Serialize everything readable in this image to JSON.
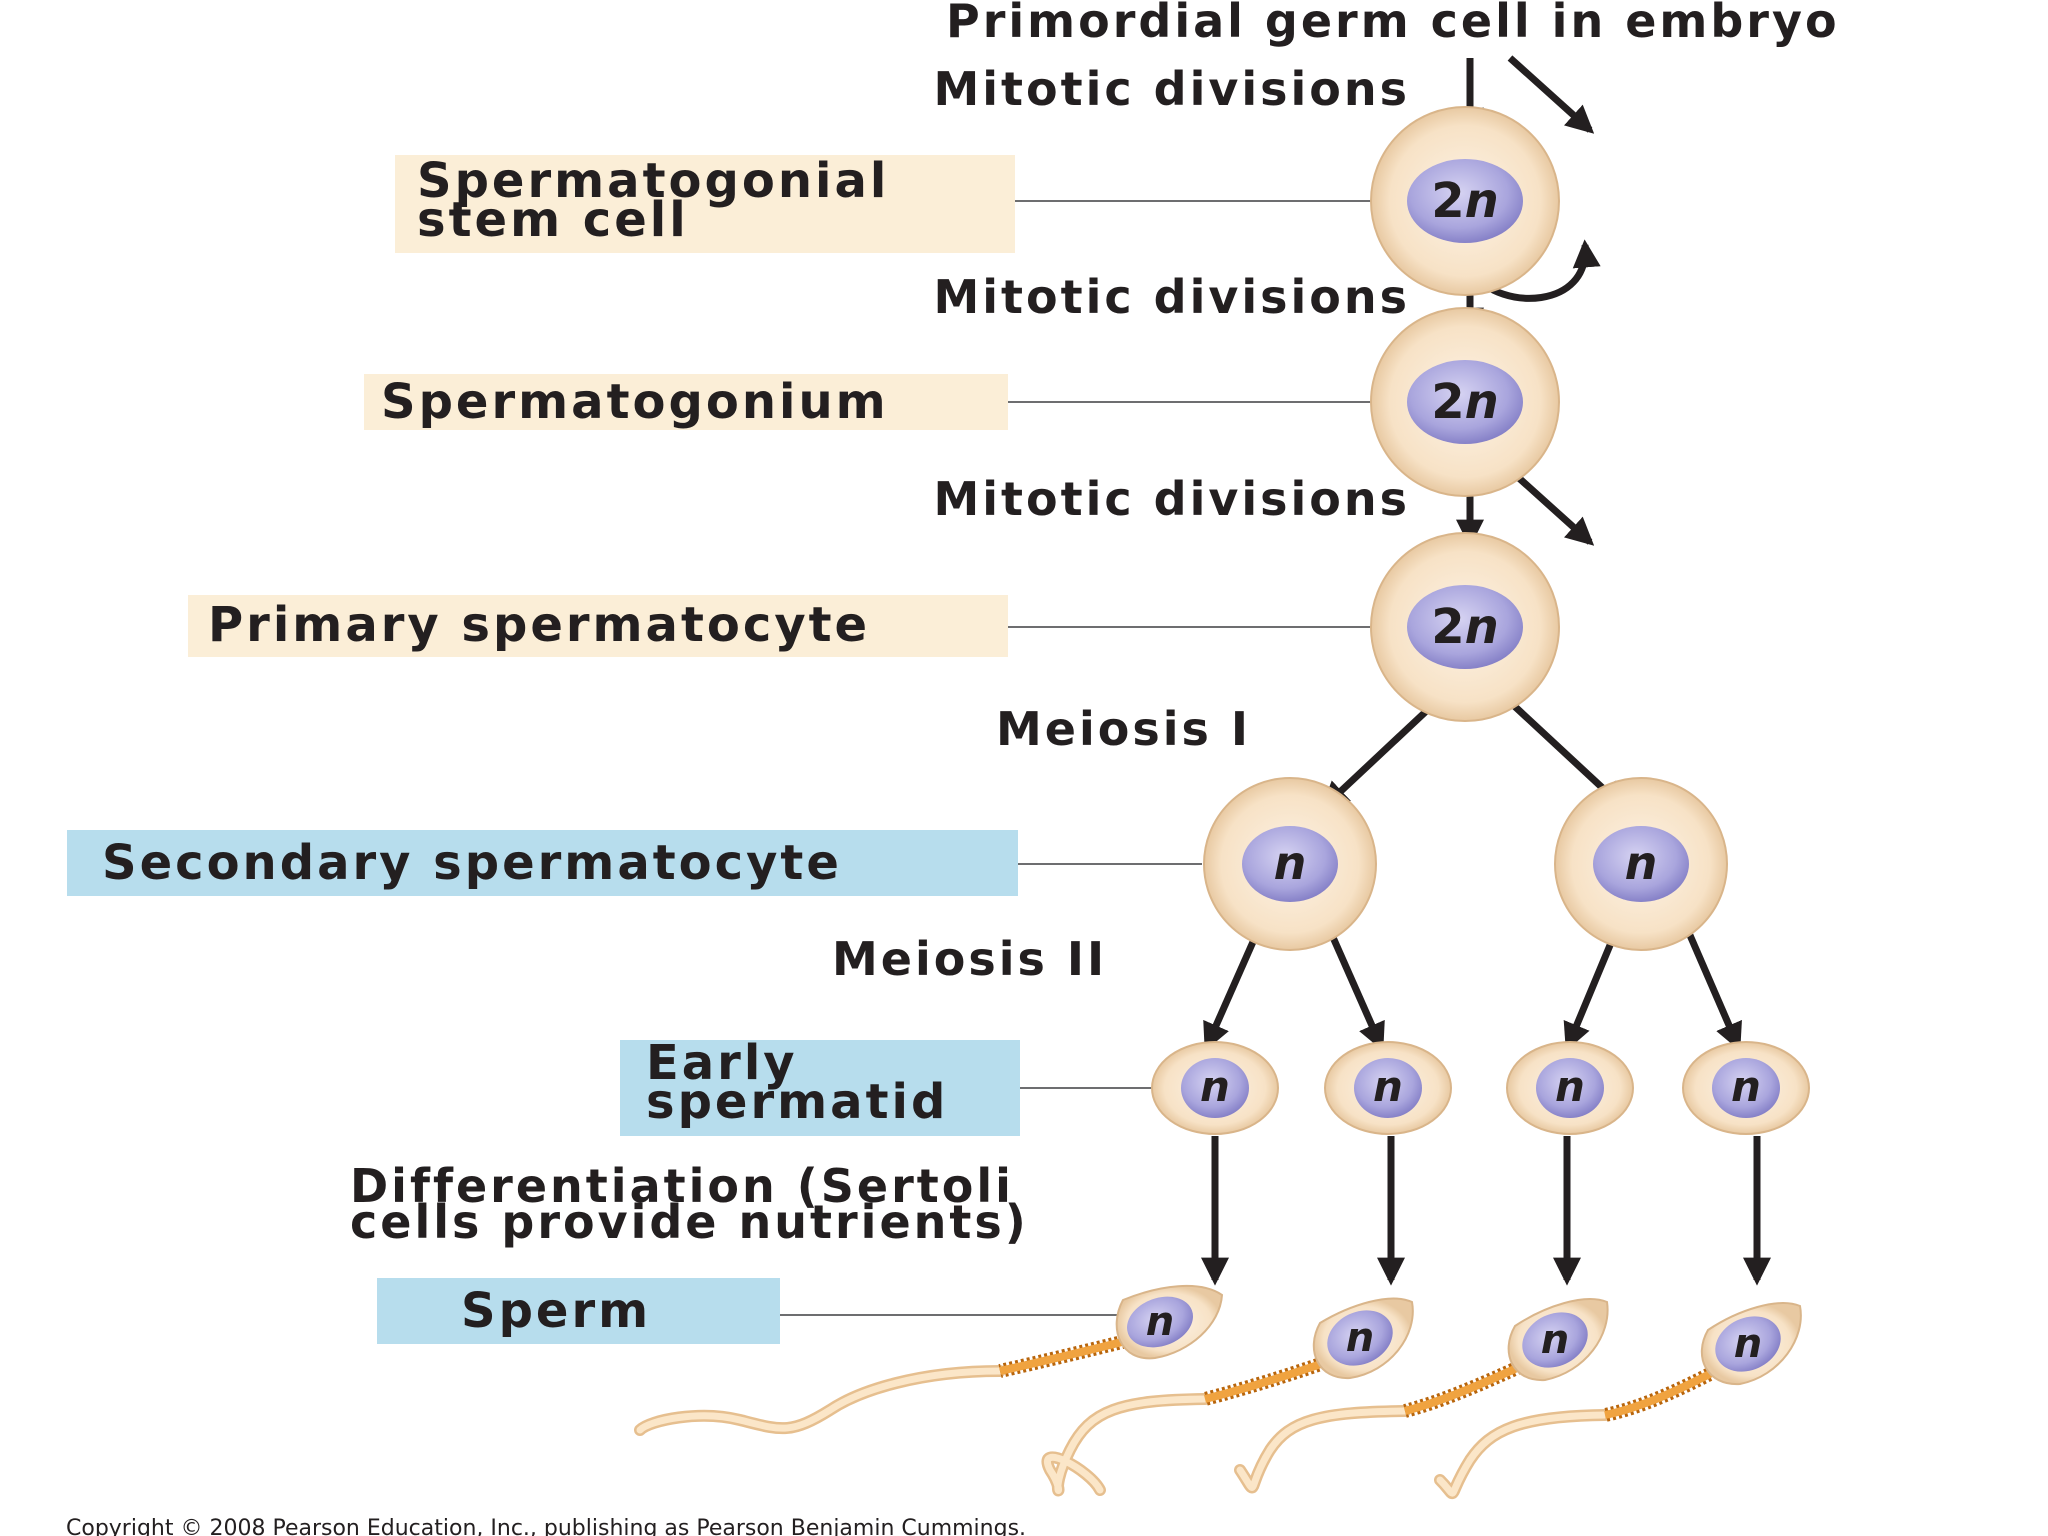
{
  "title": "Primordial germ cell in embryo",
  "steps": {
    "mitotic_1": "Mitotic divisions",
    "mitotic_2": "Mitotic divisions",
    "mitotic_3": "Mitotic divisions",
    "meiosis_1": "Meiosis I",
    "meiosis_2": "Meiosis II",
    "differentiation_line1": "Differentiation (Sertoli",
    "differentiation_line2": "cells provide nutrients)"
  },
  "stages": {
    "stem_cell_line1": "Spermatogonial",
    "stem_cell_line2": "stem cell",
    "spermatogonium": "Spermatogonium",
    "primary": "Primary spermatocyte",
    "secondary": "Secondary spermatocyte",
    "early_spermatid_line1": "Early",
    "early_spermatid_line2": "spermatid",
    "sperm": "Sperm"
  },
  "ploidy": {
    "diploid_num": "2",
    "n": "n"
  },
  "copyright": "Copyright © 2008 Pearson Education, Inc., publishing as Pearson Benjamin Cummings.",
  "colors": {
    "tan_box": "#fbeed7",
    "blue_box": "#b7dded",
    "cell_body": "#f8e6cf",
    "nucleus": "#9e9ad6",
    "midpiece": "#e8901e",
    "tail": "#f6d9b1",
    "text": "#231f20"
  }
}
